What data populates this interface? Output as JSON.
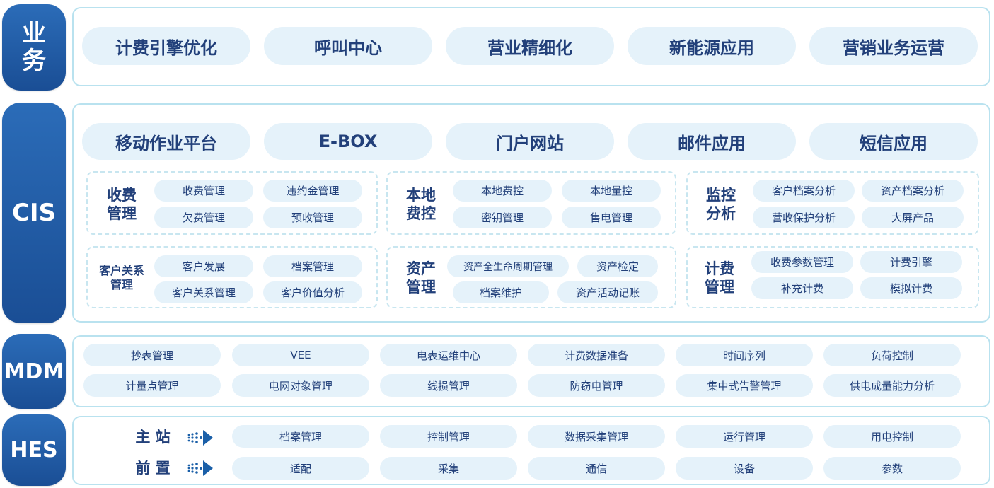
{
  "layers": {
    "business": {
      "label_chars": [
        "业",
        "务"
      ],
      "items": [
        "计费引擎优化",
        "呼叫中心",
        "营业精细化",
        "新能源应用",
        "营销业务运营"
      ]
    },
    "cis": {
      "label": "CIS",
      "top_items": [
        "移动作业平台",
        "E-BOX",
        "门户网站",
        "邮件应用",
        "短信应用"
      ],
      "groups": [
        {
          "title_lines": [
            "收费",
            "管理"
          ],
          "items": [
            "收费管理",
            "违约金管理",
            "欠费管理",
            "预收管理"
          ]
        },
        {
          "title_lines": [
            "本地",
            "费控"
          ],
          "items": [
            "本地费控",
            "本地量控",
            "密钥管理",
            "售电管理"
          ]
        },
        {
          "title_lines": [
            "监控",
            "分析"
          ],
          "items": [
            "客户档案分析",
            "资产档案分析",
            "营收保护分析",
            "大屏产品"
          ]
        },
        {
          "title_lines": [
            "客户关系",
            "管理"
          ],
          "items": [
            "客户发展",
            "档案管理",
            "客户关系管理",
            "客户价值分析"
          ]
        },
        {
          "title_lines": [
            "资产",
            "管理"
          ],
          "items": [
            "资产全生命周期管理",
            "资产检定",
            "档案维护",
            "资产活动记账"
          ]
        },
        {
          "title_lines": [
            "计费",
            "管理"
          ],
          "items": [
            "收费参数管理",
            "计费引擎",
            "补充计费",
            "模拟计费"
          ]
        }
      ]
    },
    "mdm": {
      "label": "MDM",
      "row1": [
        "抄表管理",
        "VEE",
        "电表运维中心",
        "计费数据准备",
        "时间序列",
        "负荷控制"
      ],
      "row2": [
        "计量点管理",
        "电网对象管理",
        "线损管理",
        "防窃电管理",
        "集中式告警管理",
        "供电成量能力分析"
      ]
    },
    "hes": {
      "label": "HES",
      "rows": [
        {
          "title": "主 站",
          "items": [
            "档案管理",
            "控制管理",
            "数据采集管理",
            "运行管理",
            "用电控制"
          ]
        },
        {
          "title": "前 置",
          "items": [
            "适配",
            "采集",
            "通信",
            "设备",
            "参数"
          ]
        }
      ]
    }
  },
  "colors": {
    "label_gradient_top": "#2b6cb8",
    "label_gradient_bottom": "#1a4e95",
    "panel_border": "#b9e2ef",
    "pill_bg": "#e5f2fa",
    "text": "#22407a",
    "arrow": "#1a5fa8"
  }
}
